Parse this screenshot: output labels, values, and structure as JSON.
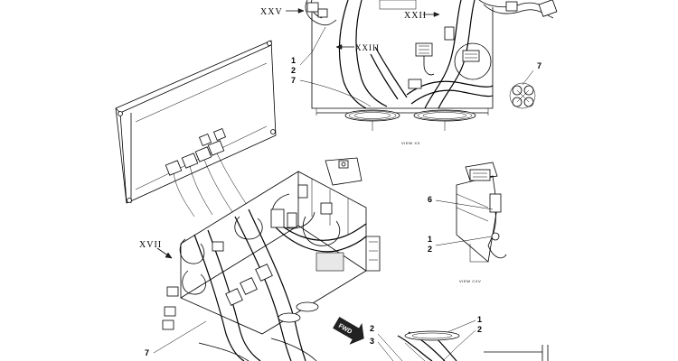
{
  "roman_labels": {
    "xxv": "XXV",
    "xxii": "XXII",
    "xxiii": "XXIII",
    "xvii": "XVII"
  },
  "callouts": {
    "top_1": "1",
    "top_2": "2",
    "top_7": "7",
    "top_right_7": "7",
    "mid_6": "6",
    "mid_1": "1",
    "mid_2": "2",
    "bottom_left_7": "7",
    "bottom_2": "2",
    "bottom_3": "3",
    "bottom_right_1": "1",
    "bottom_right_2": "2"
  },
  "view_labels": {
    "view_top": "VIEW XX",
    "view_mid": "VIEW CXV"
  },
  "direction_badge": "FWD"
}
